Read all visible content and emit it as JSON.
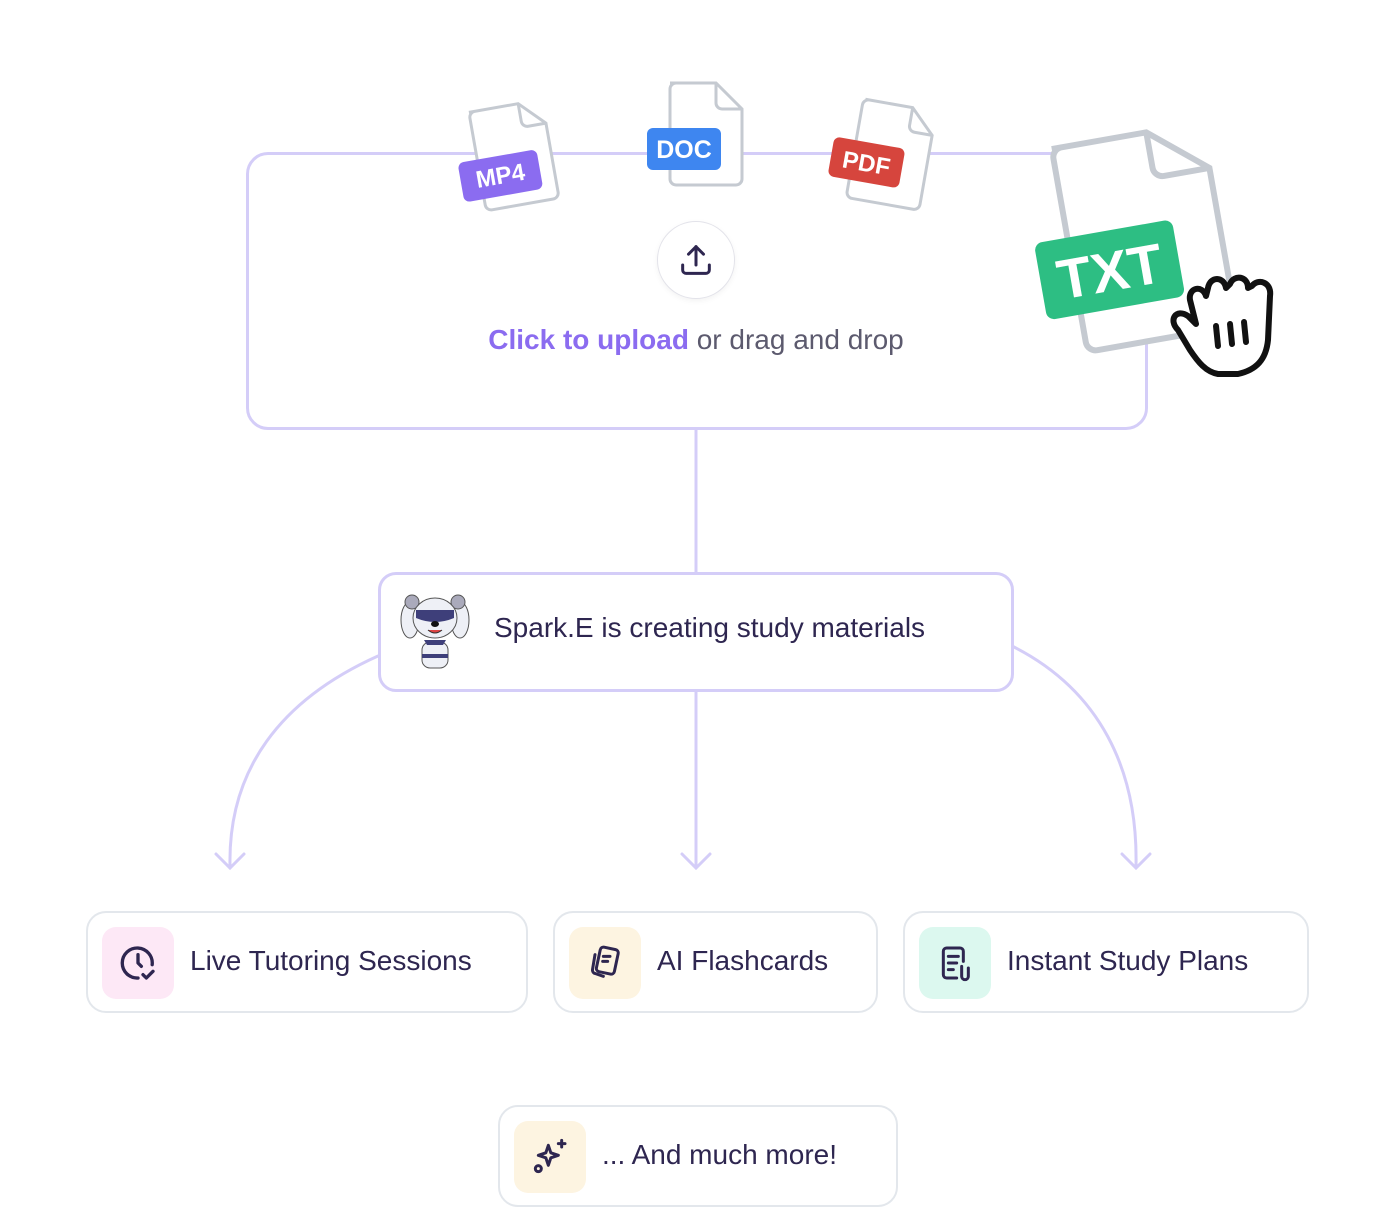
{
  "upload": {
    "link_text": "Click to upload",
    "rest_text": " or drag and drop",
    "file_types": [
      "MP4",
      "DOC",
      "PDF",
      "TXT"
    ]
  },
  "process": {
    "text": "Spark.E is creating study materials"
  },
  "outputs": [
    {
      "label": "Live Tutoring Sessions",
      "icon": "clock-check-icon"
    },
    {
      "label": "AI Flashcards",
      "icon": "flashcards-icon"
    },
    {
      "label": "Instant Study Plans",
      "icon": "study-plan-icon"
    }
  ],
  "more": {
    "label": "... And much more!",
    "icon": "sparkles-icon"
  },
  "colors": {
    "accent": "#8b6cf0",
    "line": "#d4cdf8",
    "mp4": "#8b6cf0",
    "doc": "#3e86f0",
    "pdf": "#d6453d",
    "txt": "#2dbe83"
  }
}
